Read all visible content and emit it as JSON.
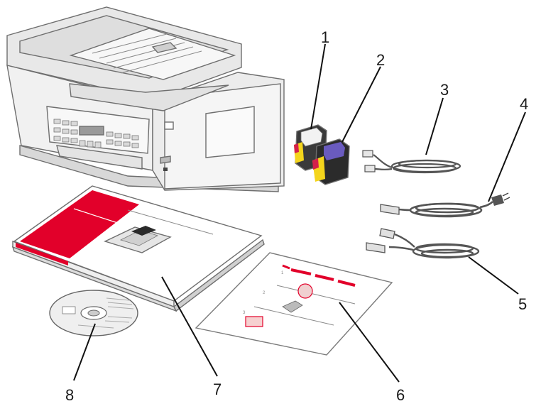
{
  "callouts": {
    "c1": "1",
    "c2": "2",
    "c3": "3",
    "c4": "4",
    "c5": "5",
    "c6": "6",
    "c7": "7",
    "c8": "8"
  },
  "colors": {
    "accent_red": "#e2002a",
    "body_gray": "#e9e9e9",
    "cartridge_black": "#2a2a2a",
    "cartridge_yellow": "#f4d51c",
    "cartridge_magenta": "#d4204a",
    "cartridge_cyan": "#6a5bbf"
  }
}
